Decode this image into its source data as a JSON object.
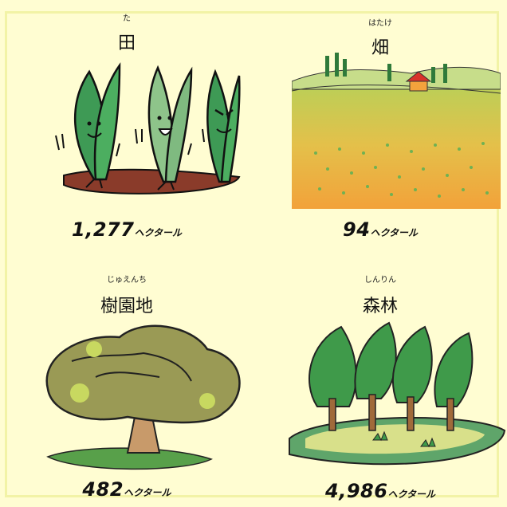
{
  "panels": [
    {
      "furigana": "た",
      "label": "田",
      "value": "1,277",
      "unit": "ヘクタール"
    },
    {
      "furigana": "はたけ",
      "label": "畑",
      "value": "94",
      "unit": "ヘクタール"
    },
    {
      "furigana": "じゅえんち",
      "label": "樹園地",
      "value": "482",
      "unit": "ヘクタール"
    },
    {
      "furigana": "しんりん",
      "label": "森林",
      "value": "4,986",
      "unit": "ヘクタール"
    }
  ],
  "colors": {
    "background": "#fffdd2",
    "rice_leaf": "#4aa35a",
    "field_yellow": "#f0c64a",
    "tree_canopy": "#9a9a55",
    "forest_green": "#3f9a4a"
  }
}
